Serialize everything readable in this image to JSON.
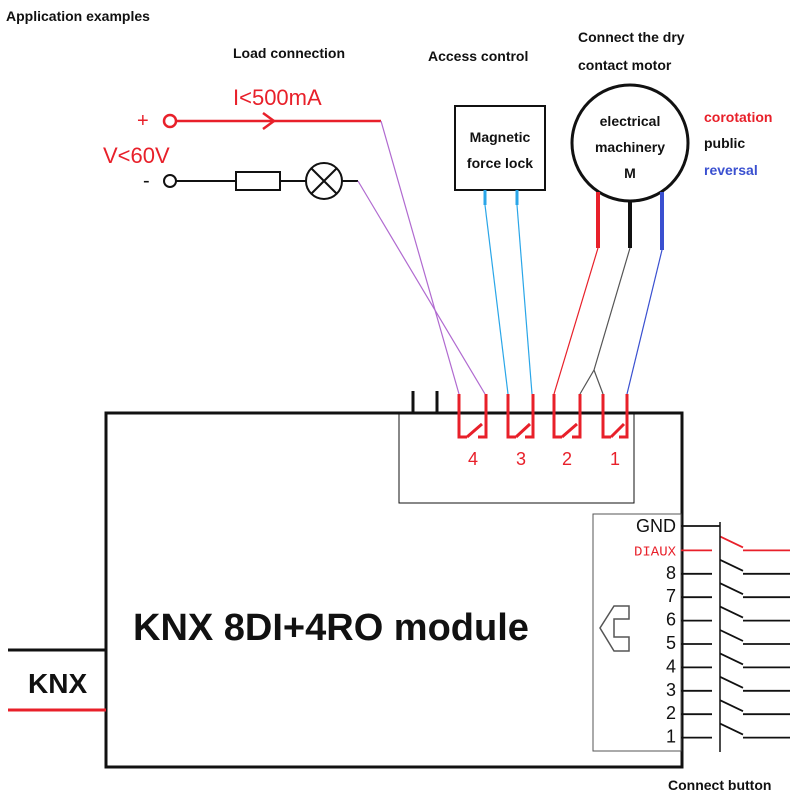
{
  "title": "Application examples",
  "sections": {
    "load": "Load connection",
    "access": "Access control",
    "motor_line1": "Connect the dry",
    "motor_line2": "contact motor"
  },
  "load": {
    "current": "I<500mA",
    "voltage": "V<60V",
    "plus": "+",
    "minus": "-"
  },
  "lock": {
    "line1": "Magnetic",
    "line2": "force lock"
  },
  "motor": {
    "line1": "electrical",
    "line2": "machinery",
    "line3": "M",
    "corotation": "corotation",
    "public": "public",
    "reversal": "reversal"
  },
  "module": {
    "name": "KNX 8DI+4RO module",
    "bus_label": "KNX",
    "relay_numbers": [
      "4",
      "3",
      "2",
      "1"
    ],
    "inputs": [
      "GND",
      "DIAUX",
      "8",
      "7",
      "6",
      "5",
      "4",
      "3",
      "2",
      "1"
    ]
  },
  "footer": "Connect button",
  "colors": {
    "red": "#e8202a",
    "black": "#111111",
    "blue": "#3a50d0",
    "purple": "#b06ad0",
    "cyan": "#2aa6e8",
    "gray": "#888888"
  }
}
